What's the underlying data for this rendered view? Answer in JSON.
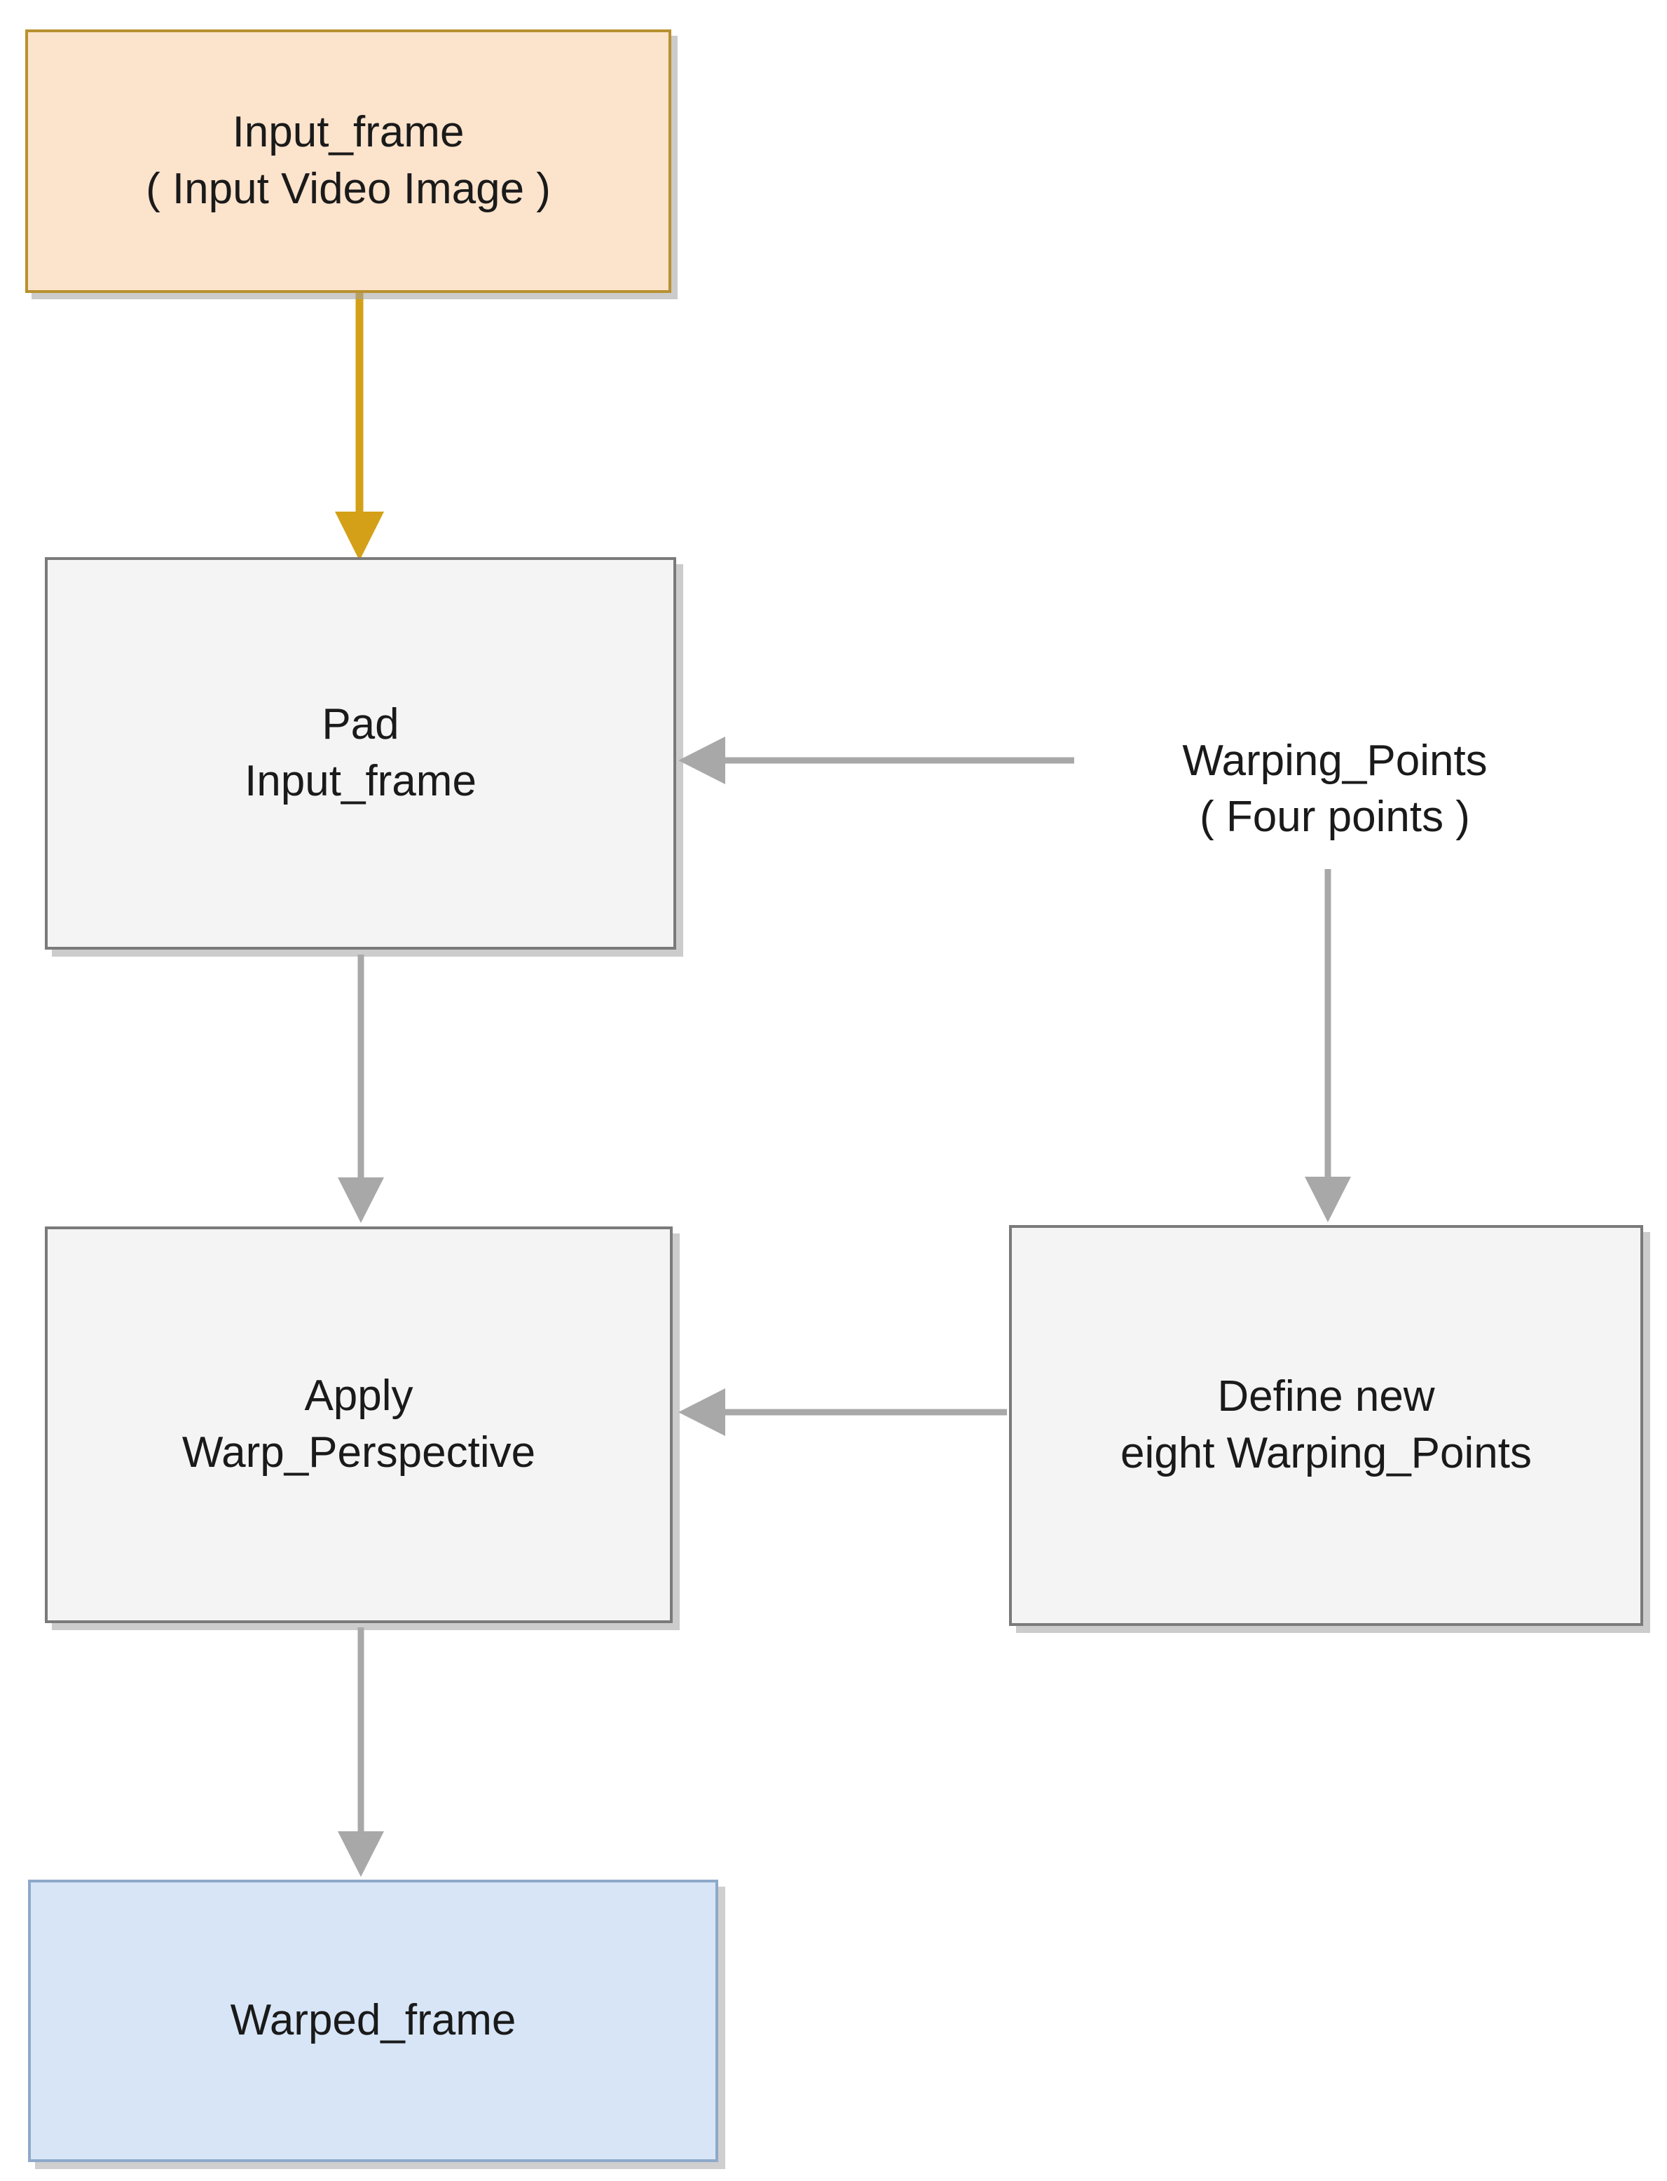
{
  "diagram": {
    "title": "Perspective warping pipeline flowchart",
    "colors": {
      "input_fill": "#fce3cc",
      "input_border": "#b8912f",
      "process_fill": "#f4f4f4",
      "process_border": "#7a7a7a",
      "output_fill": "#d7e5f7",
      "output_border": "#8ea9c9",
      "gold_arrow": "#d4a017",
      "gray_arrow": "#9e9e9e",
      "background": "#ffffff",
      "text": "#1a1a1a"
    },
    "nodes": [
      {
        "id": "input-frame",
        "label": "Input_frame\n( Input Video Image )",
        "shape": "rectangle",
        "role": "input"
      },
      {
        "id": "pad",
        "label": "Pad\nInput_frame",
        "shape": "rectangle",
        "role": "process"
      },
      {
        "id": "warping-points",
        "label": "Warping_Points\n( Four points )",
        "shape": "text",
        "role": "annotation"
      },
      {
        "id": "apply",
        "label": "Apply\nWarp_Perspective",
        "shape": "rectangle",
        "role": "process"
      },
      {
        "id": "define",
        "label": "Define new\neight Warping_Points",
        "shape": "rectangle",
        "role": "process"
      },
      {
        "id": "warped",
        "label": "Warped_frame",
        "shape": "rectangle",
        "role": "output"
      }
    ],
    "edges": [
      {
        "id": "e1",
        "from": "input-frame",
        "to": "pad",
        "direction": "down",
        "color": "gold"
      },
      {
        "id": "e2",
        "from": "pad",
        "to": "apply",
        "direction": "down",
        "color": "gray"
      },
      {
        "id": "e3",
        "from": "warping-points",
        "to": "pad",
        "direction": "left",
        "color": "gray"
      },
      {
        "id": "e4",
        "from": "warping-points",
        "to": "define",
        "direction": "down",
        "color": "gray"
      },
      {
        "id": "e5",
        "from": "define",
        "to": "apply",
        "direction": "left",
        "color": "gray"
      },
      {
        "id": "e6",
        "from": "apply",
        "to": "warped",
        "direction": "down",
        "color": "gray"
      }
    ]
  }
}
